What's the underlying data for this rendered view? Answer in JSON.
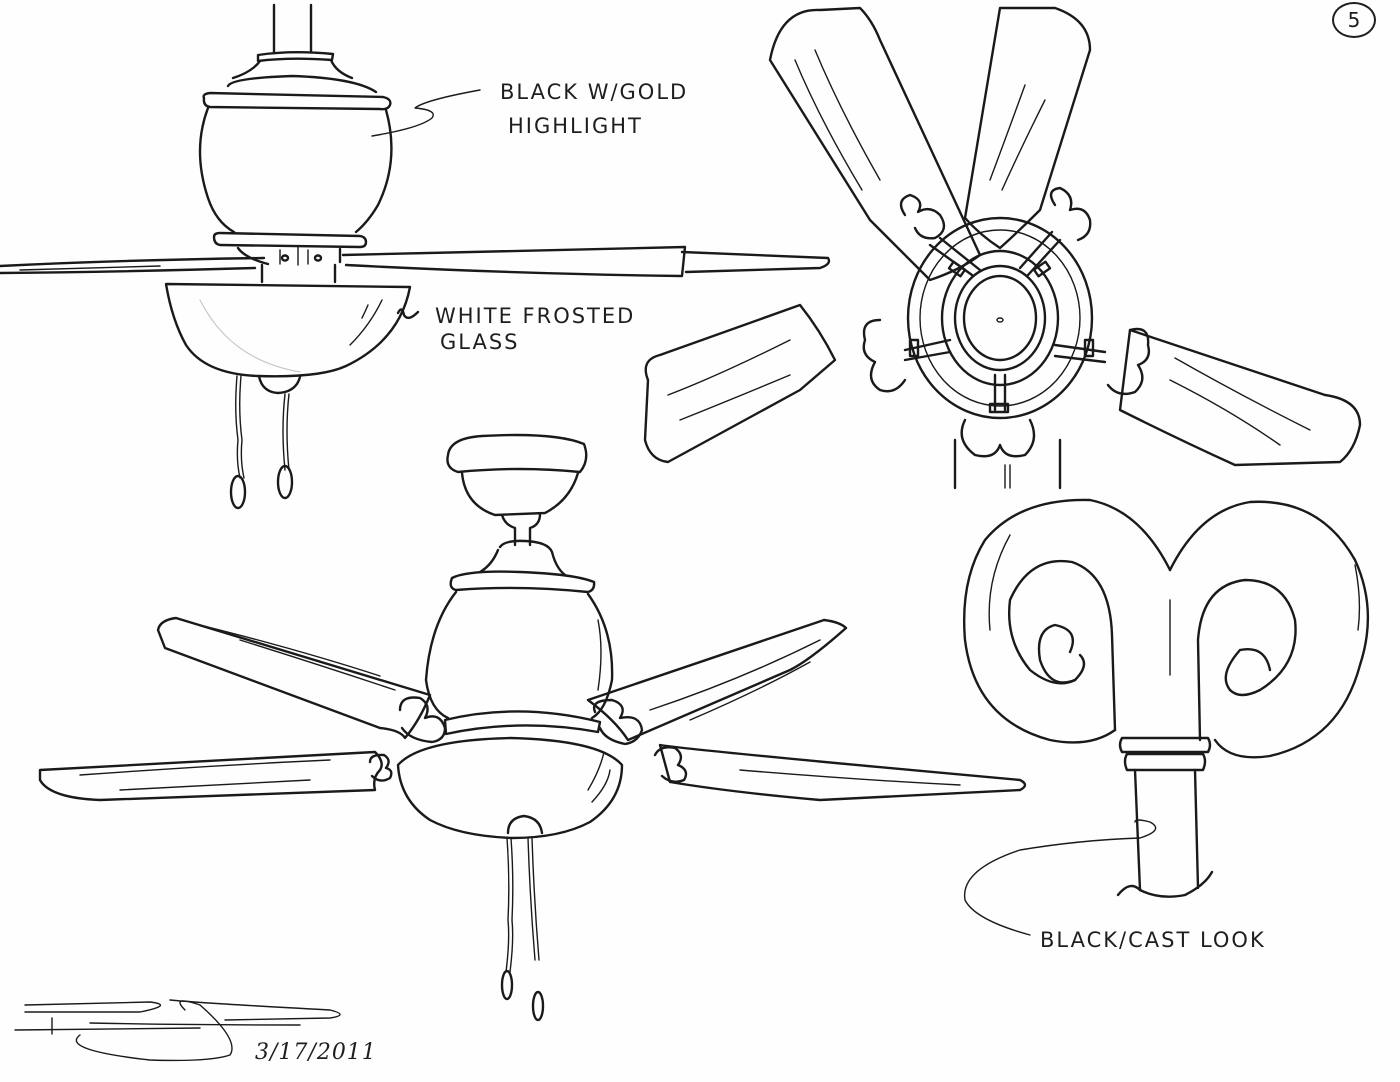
{
  "sheet": {
    "page_number": "5",
    "signature_date": "3/17/2011",
    "ink_color": "#1a1a1a",
    "paper_color": "#fefefe"
  },
  "callouts": {
    "motor_housing": {
      "line1": "BLACK W/GOLD",
      "line2": "HIGHLIGHT"
    },
    "light_bowl": {
      "line1": "WHITE FROSTED",
      "line2": "GLASS"
    },
    "blade_bracket": {
      "line1": "BLACK/CAST LOOK"
    }
  },
  "views": [
    {
      "id": "side-elevation",
      "description": "Fan side view with downrod, motor housing, blades, light bowl and two pull chains"
    },
    {
      "id": "bottom-view",
      "description": "Five-blade fan viewed from below with scrolled cast blade irons"
    },
    {
      "id": "perspective-view",
      "description": "Five-blade fan in perspective with canopy, downrod, light kit and pull chains"
    },
    {
      "id": "bracket-detail",
      "description": "Enlarged scroll blade bracket detail"
    }
  ]
}
